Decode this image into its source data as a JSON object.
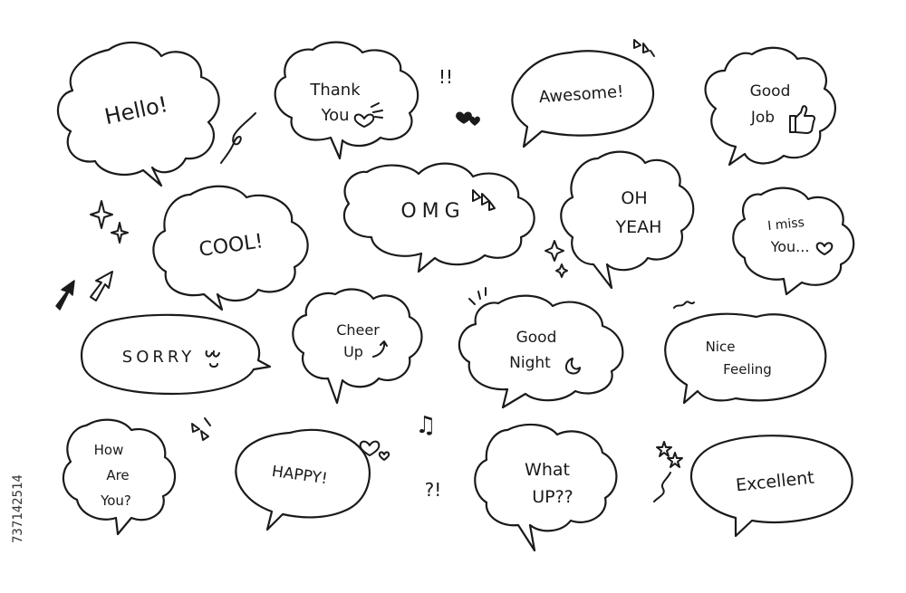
{
  "bubbles": {
    "hello": "Hello!",
    "thank_you_1": "Thank",
    "thank_you_2": "You",
    "awesome": "Awesome!",
    "good_job_1": "Good",
    "good_job_2": "Job",
    "cool": "COOL!",
    "omg": "OMG",
    "oh_yeah_1": "OH",
    "oh_yeah_2": "YEAH",
    "i_miss_you_1": "I miss",
    "i_miss_you_2": "You...",
    "sorry": "SORRY",
    "cheer_up_1": "Cheer",
    "cheer_up_2": "Up",
    "good_night_1": "Good",
    "good_night_2": "Night",
    "nice_feeling_1": "Nice",
    "nice_feeling_2": "Feeling",
    "how_are_you_1": "How",
    "how_are_you_2": "Are",
    "how_are_you_3": "You?",
    "happy": "HAPPY!",
    "what_up_1": "What",
    "what_up_2": "UP??",
    "excellent": "Excellent"
  },
  "decorations": {
    "exclaim_double": "!!",
    "question_exclaim": "?!",
    "music_note": "♫"
  },
  "watermark": {
    "stock_id": "737142514"
  },
  "colors": {
    "ink": "#1a1a1a",
    "background": "#ffffff"
  }
}
